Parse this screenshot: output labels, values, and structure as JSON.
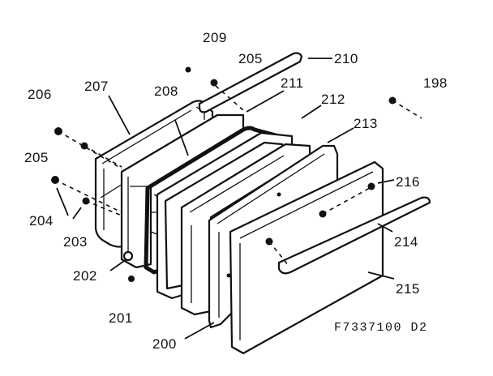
{
  "diagram": {
    "drawing_code": "F7337100 D2",
    "labels": {
      "p198": "198",
      "p200": "200",
      "p201": "201",
      "p202": "202",
      "p203": "203",
      "p204": "204",
      "p205a": "205",
      "p205b": "205",
      "p206": "206",
      "p207": "207",
      "p208": "208",
      "p209": "209",
      "p210": "210",
      "p211": "211",
      "p212": "212",
      "p213": "213",
      "p214": "214",
      "p215": "215",
      "p216": "216"
    }
  }
}
